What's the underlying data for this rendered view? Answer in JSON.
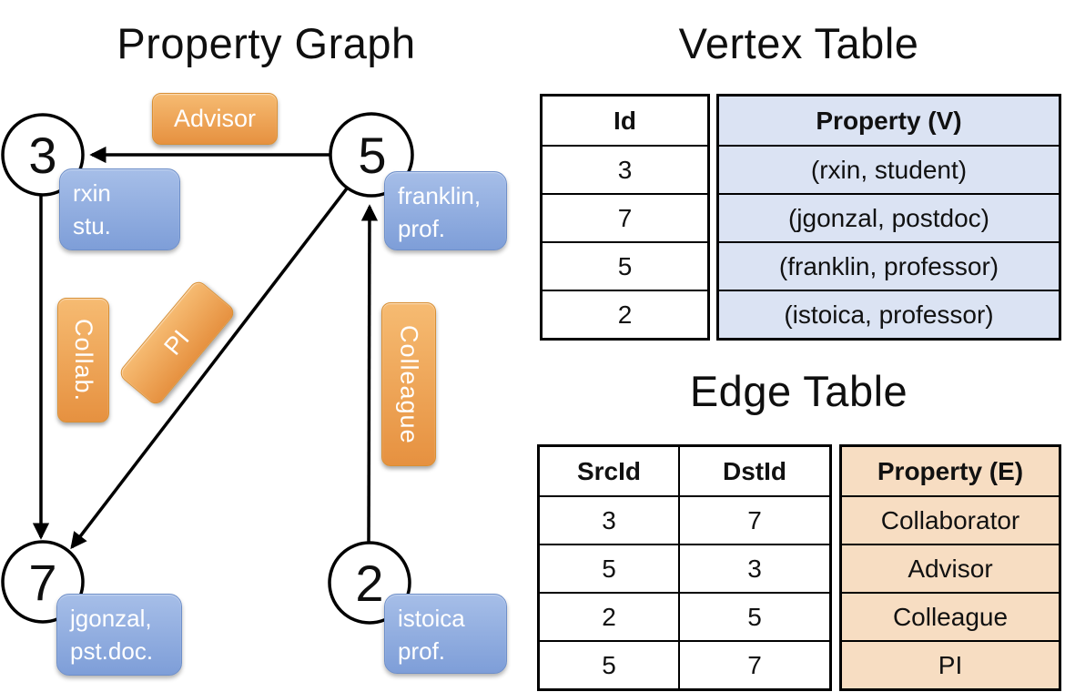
{
  "slide": {
    "graph_title": "Property Graph",
    "vertex_table_title": "Vertex Table",
    "edge_table_title": "Edge Table"
  },
  "graph": {
    "nodes": [
      {
        "id": "3",
        "property_lines": [
          "rxin",
          "stu."
        ]
      },
      {
        "id": "5",
        "property_lines": [
          "franklin,",
          "prof."
        ]
      },
      {
        "id": "7",
        "property_lines": [
          "jgonzal,",
          "pst.doc."
        ]
      },
      {
        "id": "2",
        "property_lines": [
          "istoica",
          "prof."
        ]
      }
    ],
    "edge_labels": {
      "advisor": "Advisor",
      "collab": "Collab.",
      "pi": "PI",
      "colleague": "Colleague"
    }
  },
  "vertex_table": {
    "headers": {
      "id": "Id",
      "property": "Property (V)"
    },
    "rows": [
      {
        "id": "3",
        "property": "(rxin, student)"
      },
      {
        "id": "7",
        "property": "(jgonzal, postdoc)"
      },
      {
        "id": "5",
        "property": "(franklin, professor)"
      },
      {
        "id": "2",
        "property": "(istoica, professor)"
      }
    ]
  },
  "edge_table": {
    "headers": {
      "src": "SrcId",
      "dst": "DstId",
      "property": "Property (E)"
    },
    "rows": [
      {
        "src": "3",
        "dst": "7",
        "property": "Collaborator"
      },
      {
        "src": "5",
        "dst": "3",
        "property": "Advisor"
      },
      {
        "src": "2",
        "dst": "5",
        "property": "Colleague"
      },
      {
        "src": "5",
        "dst": "7",
        "property": "PI"
      }
    ]
  },
  "colors": {
    "orange_grad_top": "#f6bb72",
    "orange_grad_bottom": "#e69140",
    "orange_border": "#d98f33",
    "blue_grad_top": "#a6bee8",
    "blue_grad_bottom": "#7e9ed8",
    "blue_border": "#6e8fc9",
    "vertex_cell_bg": "#dbe3f3",
    "edge_cell_bg": "#f7ddc2",
    "line_color": "#000000"
  }
}
